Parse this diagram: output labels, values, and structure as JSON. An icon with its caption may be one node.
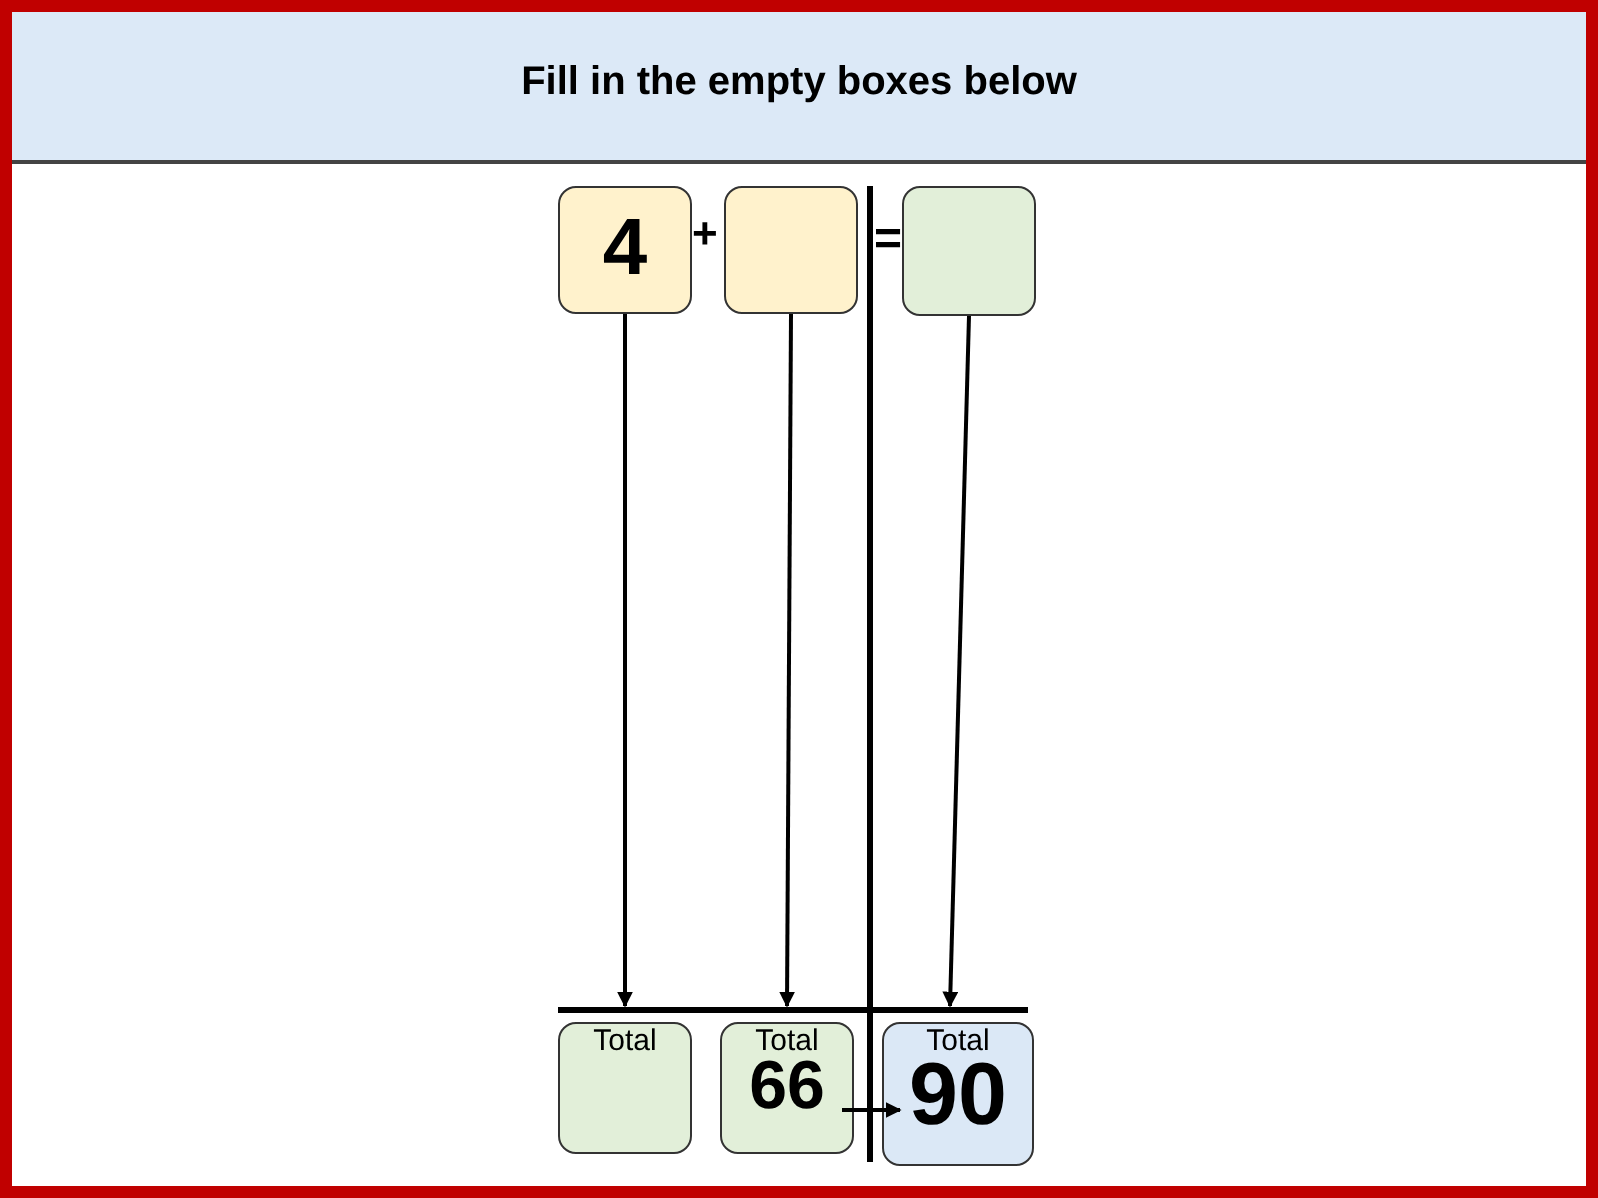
{
  "diagram": {
    "title": "Fill in the empty boxes below",
    "nodes": [
      {
        "text": [
          "4"
        ]
      },
      {
        "text": [],
        "shape": "box"
      },
      {
        "text": [],
        "shape": "box"
      },
      {
        "text": [
          "Total"
        ]
      },
      {
        "text": [
          "Total",
          "66"
        ]
      },
      {
        "text": [
          "Total",
          "90"
        ]
      }
    ],
    "edges": [
      {
        "from": 0,
        "to": 3,
        "arrow": "to"
      },
      {
        "from": 1,
        "to": 4,
        "arrow": "to"
      },
      {
        "from": 2,
        "to": 5,
        "arrow": "to"
      },
      {
        "from": 4,
        "to": 5,
        "arrow": "to"
      }
    ],
    "labels": [
      "+",
      "="
    ]
  }
}
